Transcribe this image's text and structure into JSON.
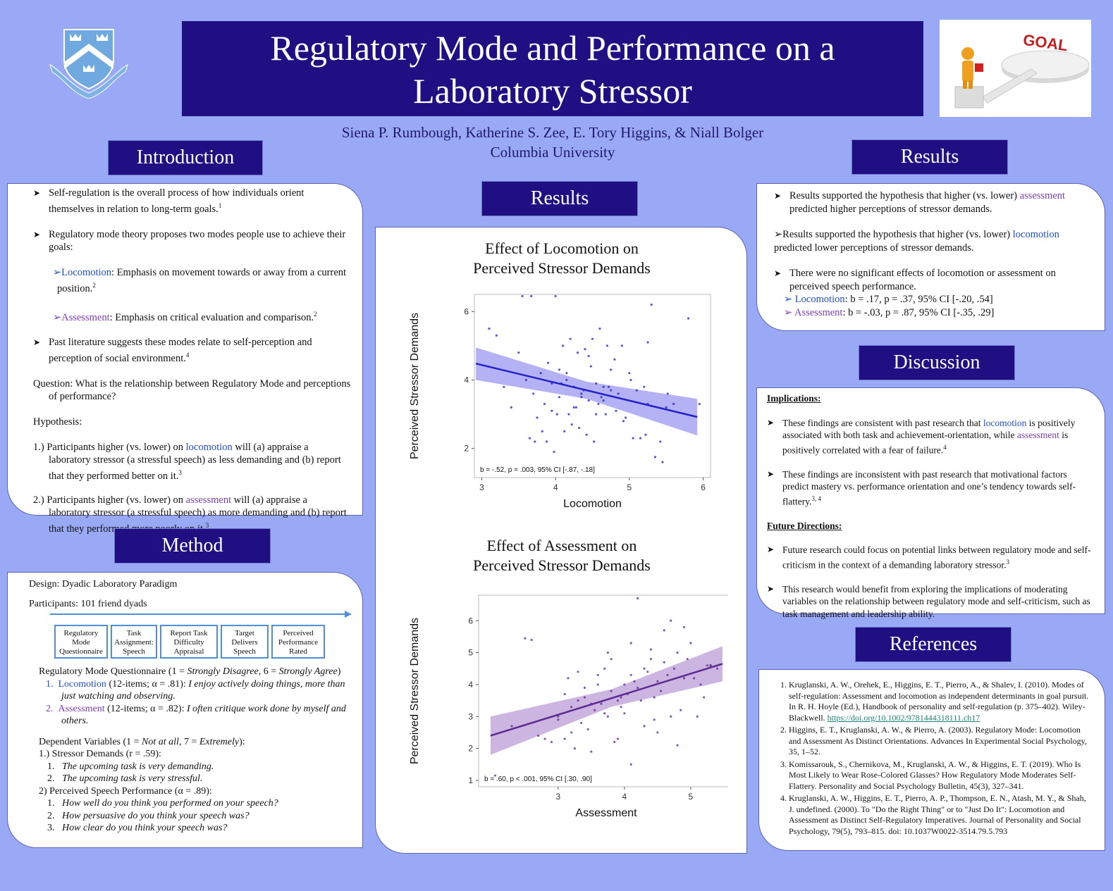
{
  "title_line1": "Regulatory Mode and Performance on a",
  "title_line2": "Laboratory Stressor",
  "authors": "Siena P. Rumbough, Katherine S. Zee, E. Tory Higgins, & Niall Bolger",
  "affiliation": "Columbia University",
  "logo_goal_text": "GOAL",
  "sections": {
    "introduction": "Introduction",
    "method": "Method",
    "results": "Results",
    "discussion": "Discussion",
    "references": "References"
  },
  "intro": {
    "b1": "Self-regulation is the overall process of how individuals orient themselves in relation to long-term goals.",
    "b1_sup": "1",
    "b2": "Regulatory mode theory proposes two modes people use to achieve their goals:",
    "loc_term": "Locomotion",
    "loc_def": ": Emphasis on movement towards or away from a current position.",
    "loc_sup": "2",
    "ass_term": "Assessment",
    "ass_def": ": Emphasis on critical evaluation and comparison.",
    "ass_sup": "2",
    "b3": "Past literature suggests these modes relate to self-perception and perception of social environment.",
    "b3_sup": "4",
    "question": "Question: What is the relationship between Regulatory Mode and perceptions of performance?",
    "hypothesis_label": "Hypothesis:",
    "h1_pre": "1.) Participants higher (vs. lower) on ",
    "h1_term": "locomotion",
    "h1_post": " will (a) appraise a laboratory stressor (a stressful speech) as less demanding and (b) report that they performed better on it.",
    "h1_sup": "3",
    "h2_pre": "2.) Participants higher (vs. lower) on ",
    "h2_term": "assessment",
    "h2_post": " will (a) appraise a laboratory stressor (a stressful speech) as more demanding and (b) report that they performed more poorly on it.",
    "h2_sup": "3"
  },
  "method": {
    "design": "Design: Dyadic Laboratory Paradigm",
    "participants": "Participants: 101 friend dyads",
    "flow": [
      "Regulatory Mode Questionnaire",
      "Task Assignment: Speech",
      "Report Task Difficulty Appraisal",
      "Target Delivers Speech",
      "Perceived Performance Rated"
    ],
    "rmq_pre": "Regulatory Mode Questionnaire (1 = ",
    "rmq_sd": "Strongly Disagree",
    "rmq_mid": ", 6 = ",
    "rmq_sa": "Strongly Agree",
    "rmq_post": ")",
    "i1_num": "1.",
    "i1_term": "Locomotion",
    "i1_mid": " (12-items; α = .81): ",
    "i1_item": "I enjoy actively doing things, more than just watching and observing.",
    "i2_num": "2.",
    "i2_term": "Assessment",
    "i2_mid": " (12-items; α = .82): ",
    "i2_item": "I often critique work done by myself and others.",
    "dv_pre": "Dependent Variables (1 = ",
    "dv_na": "Not at all",
    "dv_mid": ", 7 = ",
    "dv_ex": "Extremely",
    "dv_post": "):",
    "sd_label": "1.) Stressor Demands (r = .59):",
    "sd_items": [
      "The upcoming task is very demanding.",
      "The upcoming task is very stressful."
    ],
    "psp_label": "2) Perceived Speech Performance (α = .89):",
    "psp_items": [
      "How well do you think you performed on your speech?",
      "How persuasive do you think your speech was?",
      "How clear do you think your speech was?"
    ],
    "nums": [
      "1.",
      "2.",
      "3."
    ]
  },
  "results_right": {
    "r1_pre": "Results supported the hypothesis that higher (vs. lower) ",
    "r1_term": "assessment",
    "r1_post": " predicted higher perceptions of stressor demands.",
    "r2_pre": "Results supported the hypothesis that higher (vs. lower) ",
    "r2_term": "locomotion",
    "r2_post": " predicted lower perceptions of stressor demands.",
    "r3": "There were no significant effects of locomotion or assessment on perceived speech performance.",
    "r3a_term": "Locomotion",
    "r3a_stat": ": b = .17, p = .37, 95% CI [-.20, .54]",
    "r3b_term": "Assessment",
    "r3b_stat": ": b = -.03, p = .87, 95% CI [-.35, .29]"
  },
  "discussion": {
    "impl_label": "Implications:",
    "d1_pre": "These findings are consistent with past research that ",
    "d1_t1": "locomotion",
    "d1_mid": " is positively associated with both task and achievement-orientation, while ",
    "d1_t2": "assessment",
    "d1_post": " is positively correlated with a fear of failure.",
    "d1_sup": "4",
    "d2": "These findings are inconsistent with past research that motivational factors predict mastery vs. performance orientation and one’s tendency towards self-flattery.",
    "d2_sup": "3, 4",
    "future_label": "Future Directions:",
    "f1": "Future research could focus on potential links between regulatory mode and self-criticism in the context of a demanding laboratory stressor.",
    "f1_sup": "3",
    "f2": "This research would benefit from exploring the implications of moderating variables on the relationship between regulatory mode and self-criticism, such as task management and leadership ability."
  },
  "references": [
    {
      "text": "Kruglanski, A. W., Orehek, E., Higgins, E. T., Pierro, A., & Shalev, I. (2010). Modes of self-regulation: Assessment and locomotion as independent determinants in goal pursuit. In R. H. Hoyle (Ed.), Handbook of personality and self-regulation (p. 375–402). Wiley-Blackwell. ",
      "link": "https://doi.org/10.1002/9781444318111.ch17"
    },
    {
      "text": "Higgins, E. T., Kruglanski, A. W., & Pierro, A. (2003). Regulatory Mode: Locomotion and Assessment As Distinct Orientations. Advances In Experimental Social Psychology, 35, 1–52.",
      "link": ""
    },
    {
      "text": "Komissarouk, S., Chernikova, M., Kruglanski, A. W., & Higgins, E. T. (2019). Who Is Most Likely to Wear Rose-Colored Glasses? How Regulatory Mode Moderates Self-Flattery. Personality and Social Psychology Bulletin, 45(3), 327–341.",
      "link": ""
    },
    {
      "text": "Kruglanski, A. W., Higgins, E. T., Pierro, A. P., Thompson, E. N., Atash, M. Y., & Shah, J. undefined. (2000). To \"Do the Right Thing\" or to \"Just Do It\": Locomotion and Assessment as Distinct Self-Regulatory Imperatives. Journal of Personality and Social Psychology, 79(5), 793–815. doi: 10.1037W0022-3514.79.5.793",
      "link": ""
    }
  ],
  "chart_data": [
    {
      "type": "scatter",
      "title": "Effect of Locomotion on Perceived Stressor Demands",
      "title_line1": "Effect of Locomotion on",
      "title_line2": "Perceived Stressor Demands",
      "xlabel": "Locomotion",
      "ylabel": "Perceived Stressor Demands",
      "xlim": [
        2.9,
        6.1
      ],
      "ylim": [
        1.15,
        6.5
      ],
      "xticks": [
        "3",
        "4",
        "5",
        "6"
      ],
      "yticks": [
        "2",
        "4",
        "6"
      ],
      "annotation": "b = -.52, p = .003, 95% CI [-.87, -.18]",
      "fit": {
        "x": [
          2.92,
          5.92
        ],
        "y": [
          4.48,
          2.92
        ]
      },
      "band": {
        "x": [
          2.92,
          4.42,
          5.92
        ],
        "upper": [
          4.95,
          3.95,
          3.45
        ],
        "lower": [
          4.0,
          3.45,
          2.38
        ]
      },
      "color": "#2323c8",
      "band_color": "#a7a3f2",
      "x": [
        3.55,
        3.67,
        4.0,
        3.1,
        3.2,
        3.5,
        3.8,
        3.9,
        4.1,
        4.2,
        4.3,
        4.4,
        4.5,
        4.6,
        4.7,
        4.8,
        4.9,
        5.0,
        5.1,
        5.2,
        5.3,
        5.5,
        5.8,
        5.95,
        3.3,
        3.4,
        3.6,
        3.7,
        3.85,
        3.95,
        4.05,
        4.15,
        4.25,
        4.35,
        4.45,
        4.55,
        4.65,
        4.75,
        4.85,
        4.95,
        5.05,
        5.15,
        5.25,
        5.35,
        5.45,
        5.6,
        3.75,
        3.82,
        3.95,
        4.02,
        4.12,
        4.22,
        4.32,
        4.42,
        4.52,
        4.62,
        4.72,
        4.82,
        4.92,
        5.02,
        4.08,
        4.18,
        4.28,
        4.38,
        4.48,
        4.58,
        4.68,
        3.88,
        3.98,
        5.22,
        5.42,
        5.52,
        4.05,
        4.15,
        4.25,
        4.35,
        4.45,
        4.55,
        4.65,
        4.75,
        3.65,
        3.72,
        5.25
      ],
      "y": [
        6.45,
        6.45,
        6.45,
        5.5,
        5.3,
        4.8,
        4.2,
        4.5,
        5.0,
        5.2,
        4.8,
        4.9,
        5.2,
        5.5,
        5.0,
        4.6,
        5.0,
        4.2,
        3.7,
        3.8,
        6.2,
        3.2,
        5.8,
        3.3,
        3.8,
        3.2,
        4.0,
        3.6,
        3.3,
        3.9,
        3.5,
        4.0,
        3.2,
        3.6,
        3.4,
        3.0,
        3.8,
        4.3,
        3.6,
        2.9,
        2.3,
        2.3,
        3.3,
        1.75,
        1.6,
        3.3,
        2.9,
        2.5,
        3.1,
        3.0,
        2.5,
        2.7,
        2.6,
        2.4,
        2.2,
        3.5,
        3.8,
        3.1,
        2.8,
        4.0,
        3.9,
        3.0,
        3.2,
        3.7,
        4.4,
        3.3,
        3.0,
        2.2,
        1.9,
        2.4,
        2.2,
        3.6,
        4.3,
        4.2,
        3.8,
        3.5,
        4.7,
        3.9,
        3.4,
        3.7,
        2.3,
        2.2,
        5.1
      ]
    },
    {
      "type": "scatter",
      "title": "Effect of Assessment on Perceived Stressor Demands",
      "title_line1": "Effect of Assessment on",
      "title_line2": "Perceived Stressor Demands",
      "xlabel": "Assessment",
      "ylabel": "Perceived Stressor Demands",
      "xlim": [
        1.8,
        5.65
      ],
      "ylim": [
        0.8,
        6.8
      ],
      "xticks": [
        "3",
        "4",
        "5"
      ],
      "yticks": [
        "1",
        "2",
        "3",
        "4",
        "5",
        "6"
      ],
      "annotation": "b = .60, p < .001, 95% CI [.30, .90]",
      "fit": {
        "x": [
          1.98,
          5.48
        ],
        "y": [
          2.4,
          4.65
        ]
      },
      "band": {
        "x": [
          1.98,
          3.8,
          5.48
        ],
        "upper": [
          3.0,
          3.85,
          5.2
        ],
        "lower": [
          1.8,
          3.3,
          4.1
        ]
      },
      "color": "#5b2a91",
      "band_color": "#c4a8dc",
      "x": [
        2.05,
        2.3,
        2.6,
        2.8,
        3.0,
        3.1,
        3.2,
        3.3,
        3.4,
        3.5,
        3.6,
        3.7,
        3.8,
        3.9,
        4.0,
        4.1,
        4.2,
        4.3,
        4.4,
        4.5,
        4.6,
        4.7,
        4.8,
        4.9,
        5.0,
        5.1,
        5.2,
        5.3,
        5.4,
        2.7,
        2.9,
        3.15,
        3.35,
        3.55,
        3.75,
        3.95,
        4.15,
        4.35,
        4.55,
        4.75,
        4.95,
        5.15,
        3.25,
        3.45,
        3.65,
        3.85,
        4.05,
        4.25,
        4.45,
        4.65,
        4.85,
        5.05,
        5.25,
        3.0,
        3.2,
        3.4,
        3.6,
        3.8,
        4.0,
        4.2,
        4.4,
        4.6,
        4.8,
        4.1,
        4.3,
        4.5,
        4.7,
        3.5,
        3.7,
        3.9,
        4.1,
        3.1,
        3.3,
        2.5,
        4.9,
        5.3,
        3.75,
        3.95,
        4.45
      ],
      "y": [
        1.15,
        2.7,
        5.4,
        2.3,
        3.0,
        2.3,
        2.5,
        3.5,
        3.9,
        3.4,
        4.0,
        4.5,
        4.8,
        3.5,
        4.0,
        4.3,
        6.7,
        4.5,
        5.1,
        4.1,
        5.7,
        6.0,
        5.0,
        5.8,
        5.3,
        3.0,
        3.6,
        4.6,
        4.5,
        2.4,
        2.2,
        4.2,
        2.8,
        3.2,
        3.0,
        3.6,
        4.1,
        4.4,
        3.8,
        4.5,
        4.8,
        4.0,
        2.0,
        2.6,
        3.4,
        2.2,
        3.7,
        3.5,
        3.6,
        4.3,
        3.2,
        4.2,
        4.6,
        2.9,
        3.3,
        3.6,
        4.3,
        3.8,
        3.1,
        3.9,
        4.8,
        4.7,
        2.1,
        1.5,
        2.7,
        2.5,
        3.0,
        1.9,
        3.1,
        2.3,
        5.3,
        3.7,
        4.4,
        5.45,
        4.2,
        4.6,
        5.0,
        3.3,
        2.9
      ]
    }
  ]
}
